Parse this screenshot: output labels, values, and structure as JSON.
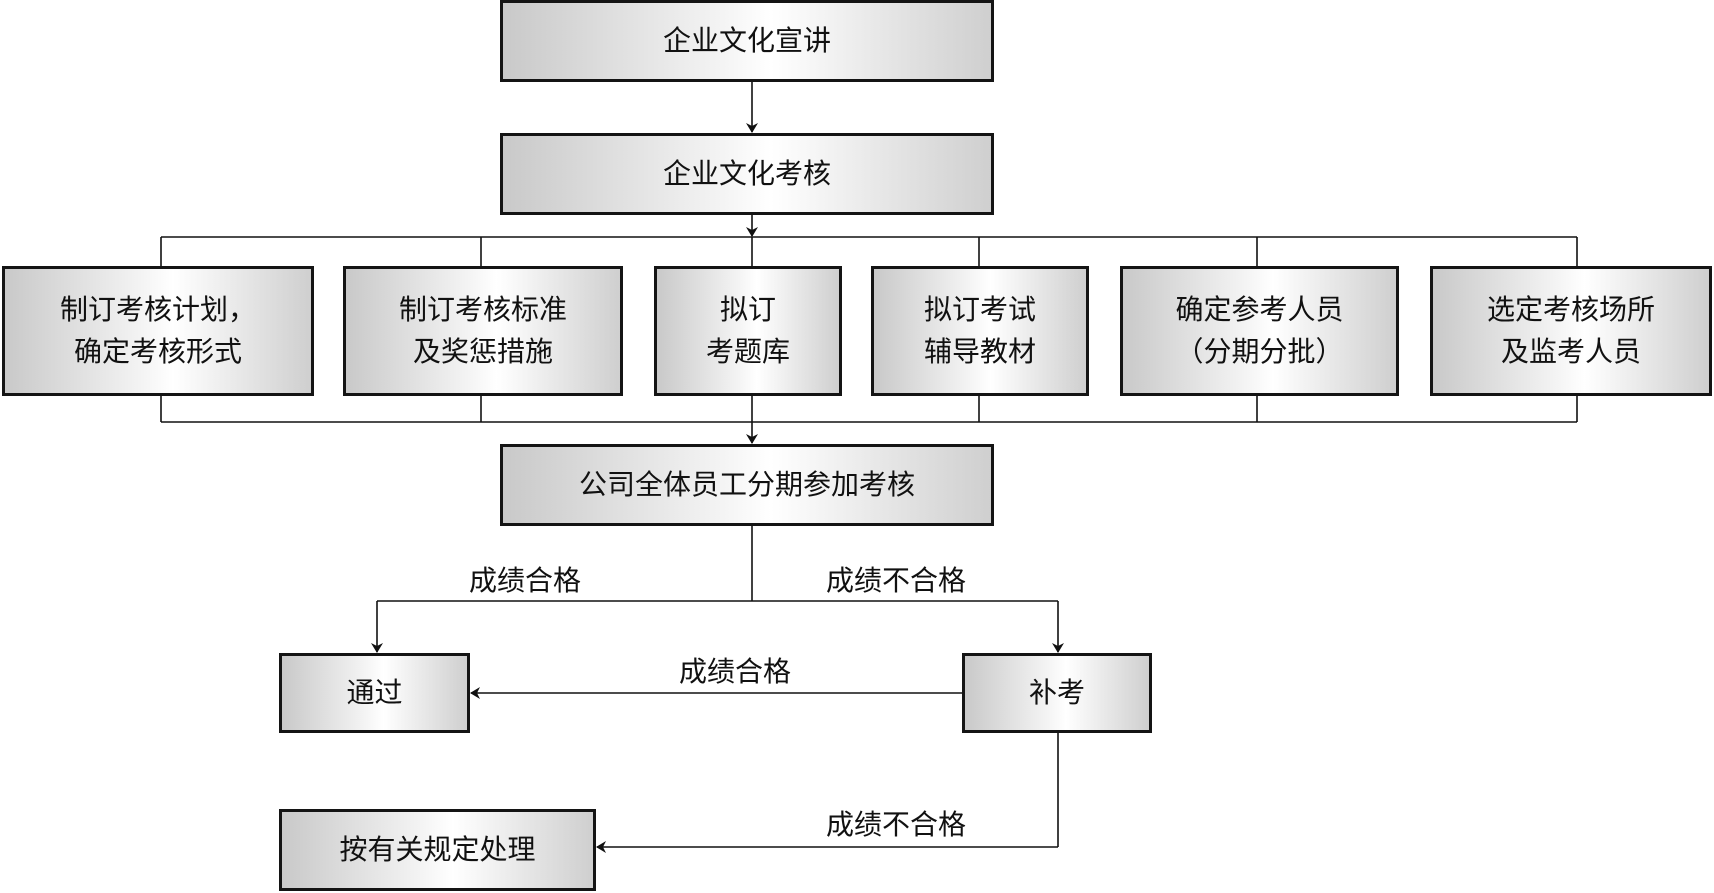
{
  "nodes": {
    "publicity": "企业文化宣讲",
    "assessment": "企业文化考核",
    "tasks": [
      {
        "line1": "制订考核计划，",
        "line2": "确定考核形式"
      },
      {
        "line1": "制订考核标准",
        "line2": "及奖惩措施"
      },
      {
        "line1": "拟订",
        "line2": "考题库"
      },
      {
        "line1": "拟订考试",
        "line2": "辅导教材"
      },
      {
        "line1": "确定参考人员",
        "line2": "（分期分批）"
      },
      {
        "line1": "选定考核场所",
        "line2": "及监考人员"
      }
    ],
    "all_staff": "公司全体员工分期参加考核",
    "pass": "通过",
    "retake": "补考",
    "handle": "按有关规定处理"
  },
  "edge_labels": {
    "first_pass": "成绩合格",
    "first_fail": "成绩不合格",
    "retake_pass": "成绩合格",
    "retake_fail": "成绩不合格"
  }
}
